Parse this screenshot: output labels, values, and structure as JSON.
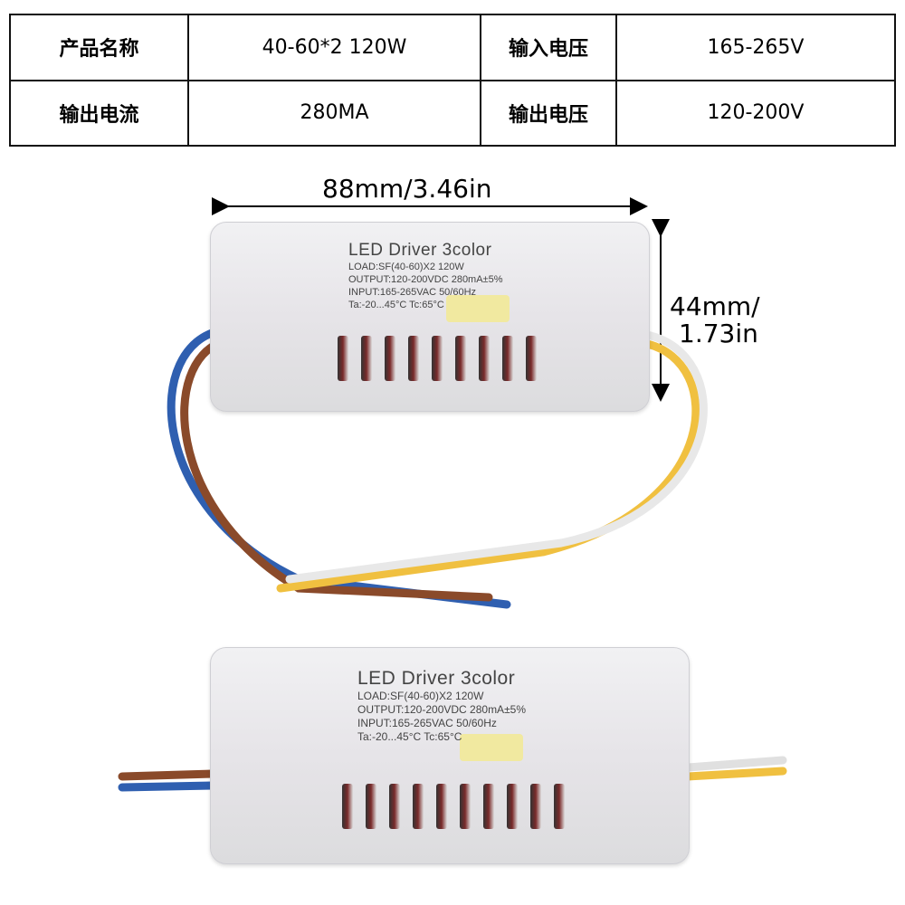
{
  "spec_table": [
    [
      {
        "label": "产品名称",
        "value": "40-60*2 120W"
      },
      {
        "label": "输入电压",
        "value": "165-265V"
      }
    ],
    [
      {
        "label": "输出电流",
        "value": "280MA"
      },
      {
        "label": "输出电压",
        "value": "120-200V"
      }
    ]
  ],
  "dimensions": {
    "width": "88mm/3.46in",
    "height_line1": "44mm/",
    "height_line2": "1.73in"
  },
  "product_label": {
    "title": "LED Driver 3color",
    "load": "LOAD:SF(40-60)X2 120W",
    "output": "OUTPUT:120-200VDC 280mA±5%",
    "input": "INPUT:165-265VAC 50/60Hz",
    "temp": "Ta:-20...45°C  Tc:65°C"
  },
  "wire_colors": {
    "blue": "#2f5fb0",
    "brown": "#8a4a2a",
    "yellow": "#f0c040",
    "white": "#e8e8e8"
  }
}
